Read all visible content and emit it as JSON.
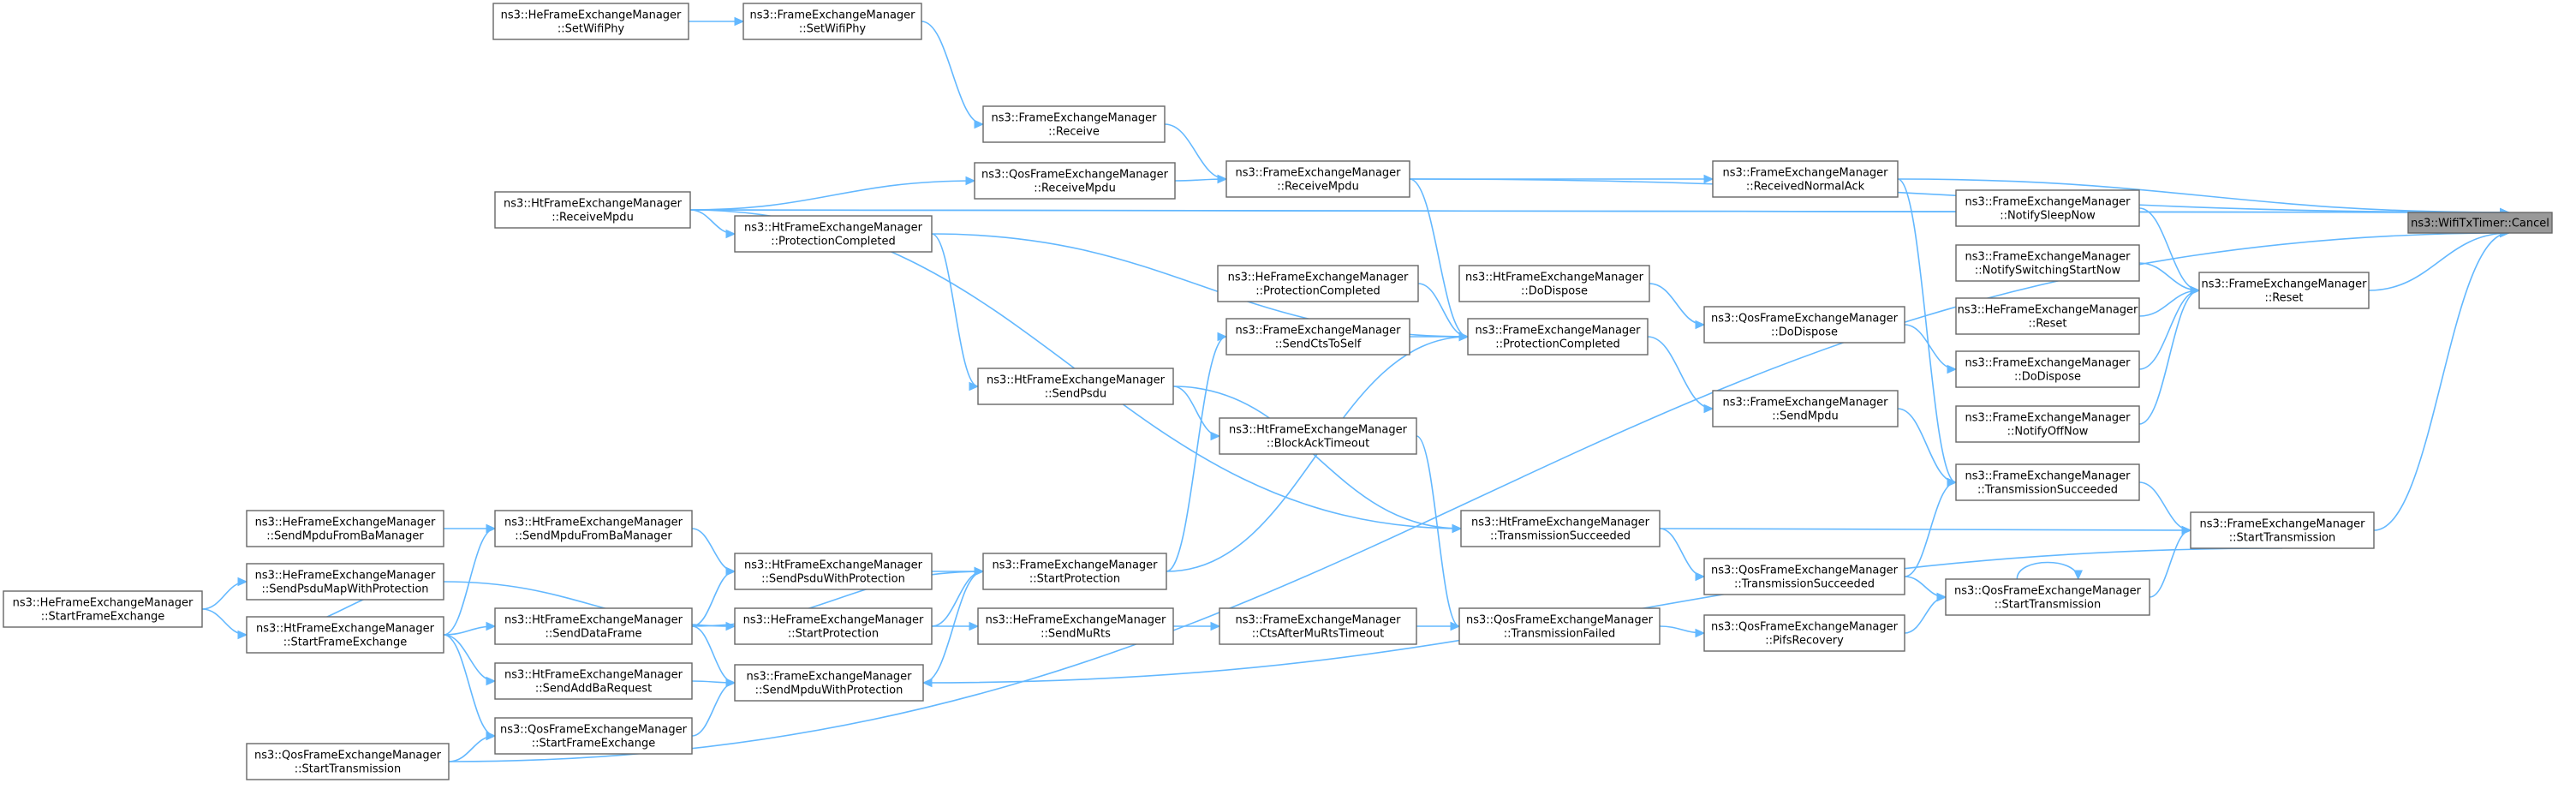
{
  "nodes": [
    {
      "id": "cancel",
      "lines": [
        "ns3::WifiTxTimer::Cancel"
      ],
      "root": true
    },
    {
      "id": "heSetWifiPhy",
      "lines": [
        "ns3::HeFrameExchangeManager",
        "::SetWifiPhy"
      ]
    },
    {
      "id": "feSetWifiPhy",
      "lines": [
        "ns3::FrameExchangeManager",
        "::SetWifiPhy"
      ]
    },
    {
      "id": "feReceive",
      "lines": [
        "ns3::FrameExchangeManager",
        "::Receive"
      ]
    },
    {
      "id": "htReceiveMpdu",
      "lines": [
        "ns3::HtFrameExchangeManager",
        "::ReceiveMpdu"
      ]
    },
    {
      "id": "qosReceiveMpdu",
      "lines": [
        "ns3::QosFrameExchangeManager",
        "::ReceiveMpdu"
      ]
    },
    {
      "id": "feReceiveMpdu",
      "lines": [
        "ns3::FrameExchangeManager",
        "::ReceiveMpdu"
      ]
    },
    {
      "id": "feReceivedNormalAck",
      "lines": [
        "ns3::FrameExchangeManager",
        "::ReceivedNormalAck"
      ]
    },
    {
      "id": "htProtectionCompleted",
      "lines": [
        "ns3::HtFrameExchangeManager",
        "::ProtectionCompleted"
      ]
    },
    {
      "id": "feNotifySleepNow",
      "lines": [
        "ns3::FrameExchangeManager",
        "::NotifySleepNow"
      ]
    },
    {
      "id": "feNotifySwitchingStartNow",
      "lines": [
        "ns3::FrameExchangeManager",
        "::NotifySwitchingStartNow"
      ]
    },
    {
      "id": "feReset",
      "lines": [
        "ns3::FrameExchangeManager",
        "::Reset"
      ]
    },
    {
      "id": "heReset",
      "lines": [
        "ns3::HeFrameExchangeManager",
        "::Reset"
      ]
    },
    {
      "id": "feDoDispose",
      "lines": [
        "ns3::FrameExchangeManager",
        "::DoDispose"
      ]
    },
    {
      "id": "feNotifyOffNow",
      "lines": [
        "ns3::FrameExchangeManager",
        "::NotifyOffNow"
      ]
    },
    {
      "id": "heProtectionCompleted",
      "lines": [
        "ns3::HeFrameExchangeManager",
        "::ProtectionCompleted"
      ]
    },
    {
      "id": "htDoDispose",
      "lines": [
        "ns3::HtFrameExchangeManager",
        "::DoDispose"
      ]
    },
    {
      "id": "qosDoDispose",
      "lines": [
        "ns3::QosFrameExchangeManager",
        "::DoDispose"
      ]
    },
    {
      "id": "feSendCtsToSelf",
      "lines": [
        "ns3::FrameExchangeManager",
        "::SendCtsToSelf"
      ]
    },
    {
      "id": "feProtectionCompleted",
      "lines": [
        "ns3::FrameExchangeManager",
        "::ProtectionCompleted"
      ]
    },
    {
      "id": "htSendPsdu",
      "lines": [
        "ns3::HtFrameExchangeManager",
        "::SendPsdu"
      ]
    },
    {
      "id": "feSendMpdu",
      "lines": [
        "ns3::FrameExchangeManager",
        "::SendMpdu"
      ]
    },
    {
      "id": "htBlockAckTimeout",
      "lines": [
        "ns3::HtFrameExchangeManager",
        "::BlockAckTimeout"
      ]
    },
    {
      "id": "feTransmissionSucceeded",
      "lines": [
        "ns3::FrameExchangeManager",
        "::TransmissionSucceeded"
      ]
    },
    {
      "id": "heSendMpduFromBaManager",
      "lines": [
        "ns3::HeFrameExchangeManager",
        "::SendMpduFromBaManager"
      ]
    },
    {
      "id": "htSendMpduFromBaManager",
      "lines": [
        "ns3::HtFrameExchangeManager",
        "::SendMpduFromBaManager"
      ]
    },
    {
      "id": "htTransmissionSucceeded",
      "lines": [
        "ns3::HtFrameExchangeManager",
        "::TransmissionSucceeded"
      ]
    },
    {
      "id": "feStartTransmission",
      "lines": [
        "ns3::FrameExchangeManager",
        "::StartTransmission"
      ]
    },
    {
      "id": "heSendPsduMapWithProtection",
      "lines": [
        "ns3::HeFrameExchangeManager",
        "::SendPsduMapWithProtection"
      ]
    },
    {
      "id": "htSendPsduWithProtection",
      "lines": [
        "ns3::HtFrameExchangeManager",
        "::SendPsduWithProtection"
      ]
    },
    {
      "id": "feStartProtection",
      "lines": [
        "ns3::FrameExchangeManager",
        "::StartProtection"
      ]
    },
    {
      "id": "qosTransmissionSucceeded",
      "lines": [
        "ns3::QosFrameExchangeManager",
        "::TransmissionSucceeded"
      ]
    },
    {
      "id": "qosStartTransmission",
      "lines": [
        "ns3::QosFrameExchangeManager",
        "::StartTransmission"
      ]
    },
    {
      "id": "heStartFrameExchange",
      "lines": [
        "ns3::HeFrameExchangeManager",
        "::StartFrameExchange"
      ]
    },
    {
      "id": "htStartFrameExchange",
      "lines": [
        "ns3::HtFrameExchangeManager",
        "::StartFrameExchange"
      ]
    },
    {
      "id": "htSendDataFrame",
      "lines": [
        "ns3::HtFrameExchangeManager",
        "::SendDataFrame"
      ]
    },
    {
      "id": "heStartProtection",
      "lines": [
        "ns3::HeFrameExchangeManager",
        "::StartProtection"
      ]
    },
    {
      "id": "heSendMuRts",
      "lines": [
        "ns3::HeFrameExchangeManager",
        "::SendMuRts"
      ]
    },
    {
      "id": "feCtsAfterMuRtsTimeout",
      "lines": [
        "ns3::FrameExchangeManager",
        "::CtsAfterMuRtsTimeout"
      ]
    },
    {
      "id": "qosTransmissionFailed",
      "lines": [
        "ns3::QosFrameExchangeManager",
        "::TransmissionFailed"
      ]
    },
    {
      "id": "qosPifsRecovery",
      "lines": [
        "ns3::QosFrameExchangeManager",
        "::PifsRecovery"
      ]
    },
    {
      "id": "htSendAddBaRequest",
      "lines": [
        "ns3::HtFrameExchangeManager",
        "::SendAddBaRequest"
      ]
    },
    {
      "id": "feSendMpduWithProtection",
      "lines": [
        "ns3::FrameExchangeManager",
        "::SendMpduWithProtection"
      ]
    },
    {
      "id": "qosStartFrameExchange",
      "lines": [
        "ns3::QosFrameExchangeManager",
        "::StartFrameExchange"
      ]
    },
    {
      "id": "qosStartTransmission2",
      "lines": [
        "ns3::QosFrameExchangeManager",
        "::StartTransmission"
      ]
    }
  ]
}
